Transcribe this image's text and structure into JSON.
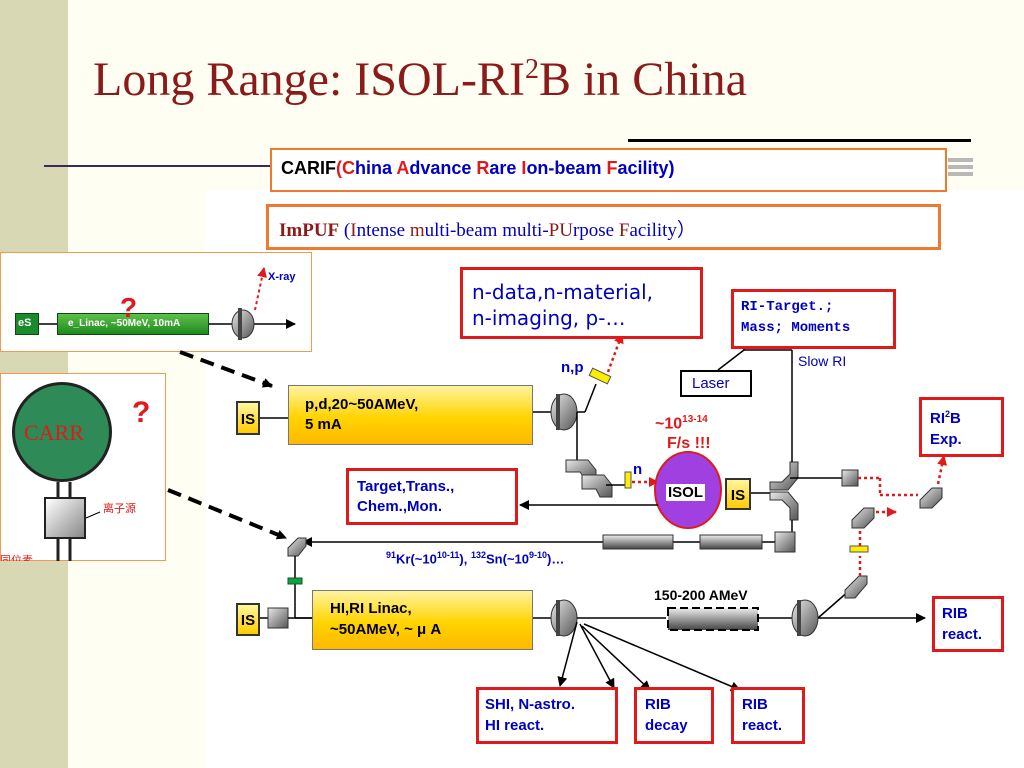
{
  "title": {
    "text": "Long Range: ISOL-RI",
    "sup": "2",
    "tail": "B in China"
  },
  "carif": {
    "prefix": "CARIF",
    "paren_open": "(",
    "c": "C",
    "hina": "hina ",
    "a": "A",
    "dvance": "dvance ",
    "r": "R",
    "are": "are ",
    "i": "I",
    "on_beam": "on-beam ",
    "f": "F",
    "acility": "acility)"
  },
  "impuf": {
    "prefix": "ImPUF",
    "open": " (",
    "i": "I",
    "ntense": "ntense ",
    "m": "m",
    "ulti_beam": "ulti-beam multi-",
    "pu": "PU",
    "rpose": "rpose ",
    "f": "F",
    "acility": "acility",
    "close": "）"
  },
  "inset_linac": {
    "es": "eS",
    "linac": "e_Linac, ~50MeV, 10mA",
    "xray": "X-ray",
    "question": "?"
  },
  "inset_carr": {
    "carr": "CARR",
    "question": "?",
    "ion_source": "离子源",
    "isotope": "同位素"
  },
  "main": {
    "is_top": "IS",
    "pd_line1": "p,d,20~50AMeV,",
    "pd_line2": "5 mA",
    "ndata_line1": "n-data,n-material,",
    "ndata_line2": "n-imaging, p-…",
    "np_label": "n,p",
    "ritarget_line1": "RI-Target.;",
    "ritarget_line2": "Mass; Moments",
    "slow_ri": "Slow RI",
    "laser": "Laser",
    "fission_rate_base": "~10",
    "fission_rate_exp": "13-14",
    "fission_rate_unit": "F/s !!!",
    "n_label": "n",
    "isol": "ISOL",
    "is_isol": "IS",
    "rib_exp_ri": "RI",
    "rib_exp_sup": "2",
    "rib_exp_b": "B",
    "rib_exp_line2": "Exp.",
    "target_line1": "Target,Trans.,",
    "target_line2": "Chem.,Mon.",
    "beams_pre": "Kr(~10",
    "beams_kr_mass": "91",
    "beams_kr_exp": "10-11",
    "beams_mid": "), ",
    "beams_sn_mass": "132",
    "beams_sn": "Sn(~10",
    "beams_sn_exp": "9-10",
    "beams_end": ")…",
    "is_bottom": "IS",
    "hi_line1": "HI,RI Linac,",
    "hi_line2": "~50AMeV, ~ μ A",
    "energy_label": "150-200 AMeV",
    "rib_react_right_1": "RIB",
    "rib_react_right_2": "react.",
    "shi_line1": "SHI, N-astro.",
    "shi_line2": "HI react.",
    "rib_decay_1": "RIB",
    "rib_decay_2": "decay",
    "rib_react_bottom_1": "RIB",
    "rib_react_bottom_2": "react."
  },
  "colors": {
    "title": "#8b1a1a",
    "red_border": "#e01a1a",
    "orange_border": "#ee7a30",
    "blue_text": "#0000c0",
    "sidebar": "#d8d8b4"
  }
}
